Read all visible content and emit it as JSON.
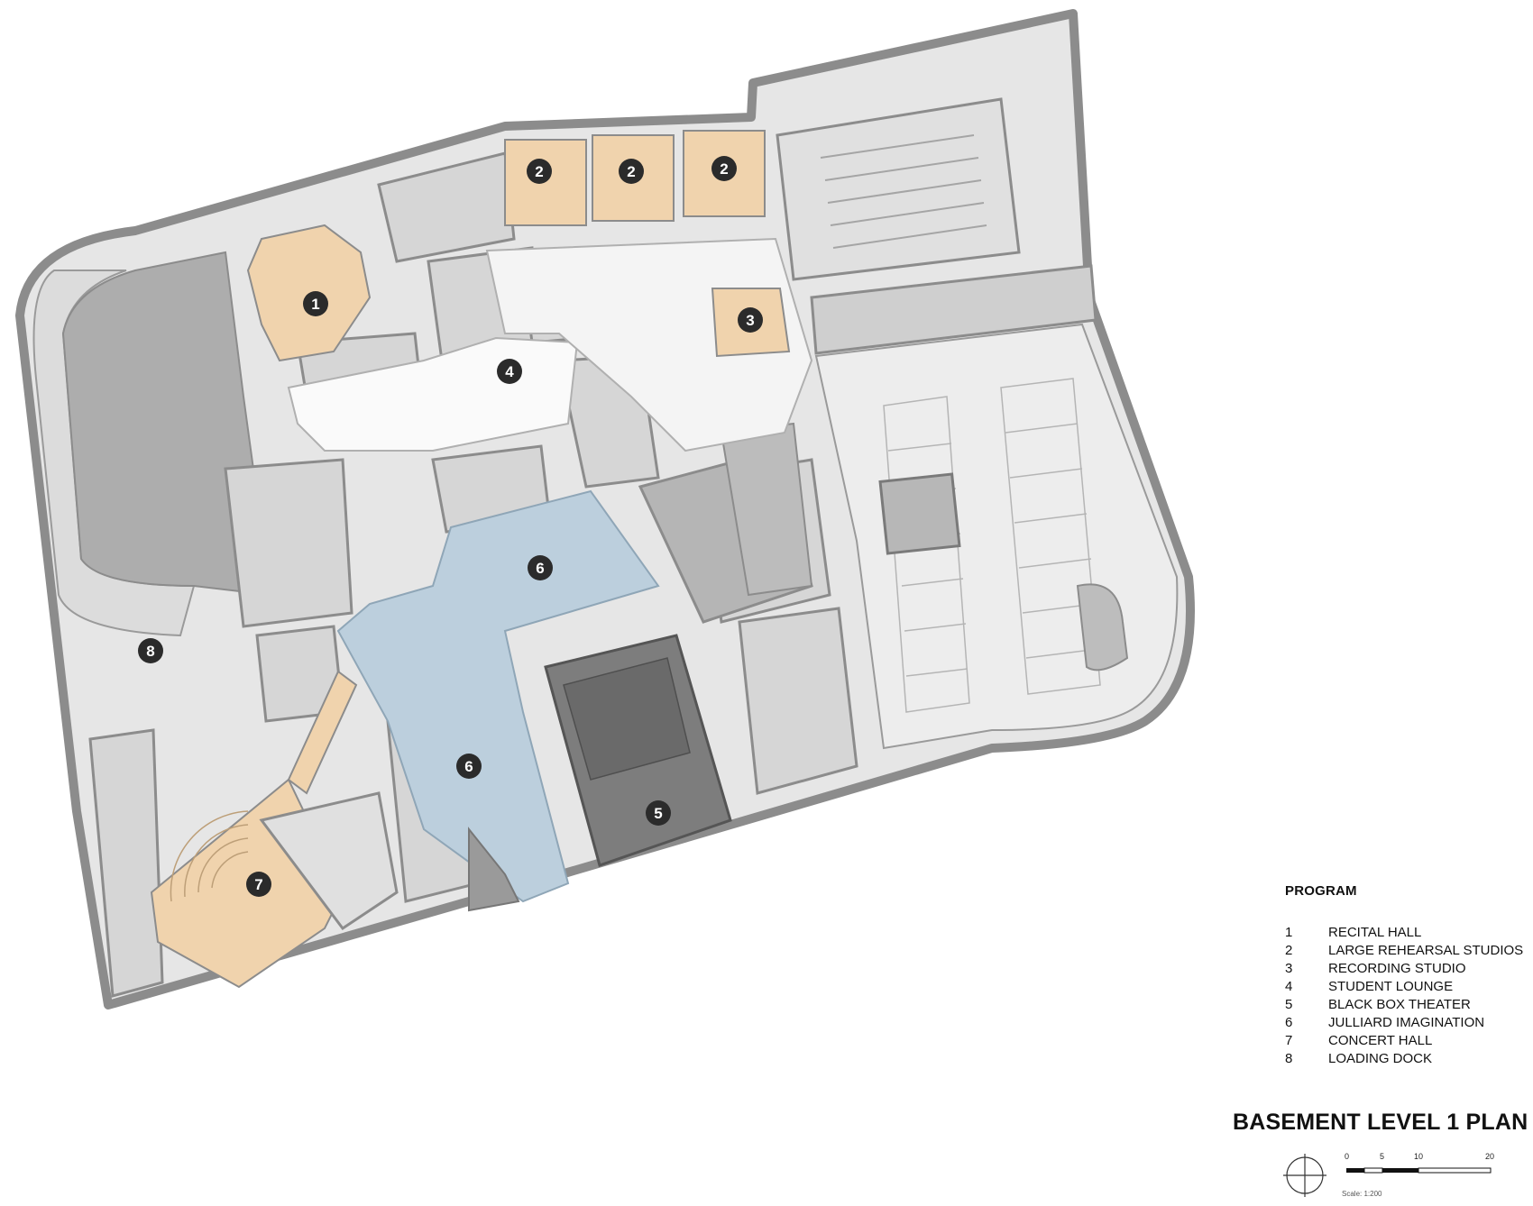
{
  "legend": {
    "title": "PROGRAM",
    "items": [
      {
        "num": "1",
        "label": "RECITAL HALL"
      },
      {
        "num": "2",
        "label": "LARGE REHEARSAL STUDIOS"
      },
      {
        "num": "3",
        "label": "RECORDING STUDIO"
      },
      {
        "num": "4",
        "label": "STUDENT LOUNGE"
      },
      {
        "num": "5",
        "label": "BLACK BOX THEATER"
      },
      {
        "num": "6",
        "label": "JULLIARD IMAGINATION"
      },
      {
        "num": "7",
        "label": "CONCERT HALL"
      },
      {
        "num": "8",
        "label": "LOADING DOCK"
      }
    ]
  },
  "plan_title": "BASEMENT LEVEL 1 PLAN",
  "scale": {
    "ticks": [
      "0",
      "5",
      "10",
      "20"
    ],
    "caption": "Scale: 1:200"
  },
  "markers": [
    "1",
    "2",
    "2",
    "2",
    "3",
    "4",
    "5",
    "6",
    "6",
    "7",
    "8"
  ],
  "colors": {
    "floor": "#e4e4e4",
    "wall": "#8c8c8c",
    "parking": "#ebebeb",
    "dark_room": "#c3c3c3",
    "tan_highlight": "#f0d3ad",
    "blue_highlight": "#bccfdd",
    "black_box": "#7d7d7d",
    "badge": "#2b2b2b"
  }
}
